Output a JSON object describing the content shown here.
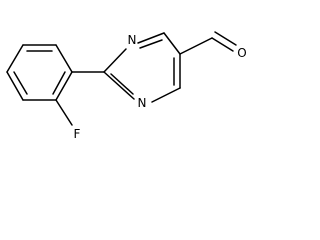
{
  "atoms": {
    "n_top": "N",
    "n_bottom": "N",
    "oxygen": "O",
    "fluorine": "F"
  }
}
